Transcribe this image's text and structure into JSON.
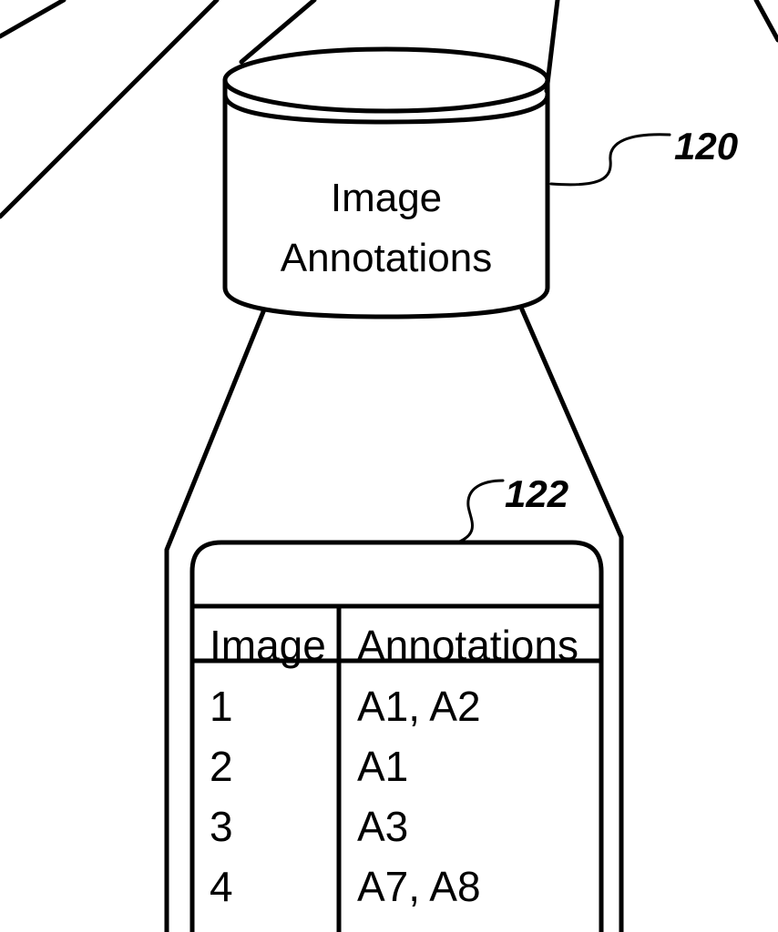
{
  "database": {
    "label_line1": "Image",
    "label_line2": "Annotations",
    "ref": "120"
  },
  "table": {
    "ref": "122",
    "headers": [
      "Image",
      "Annotations"
    ],
    "rows": [
      {
        "image": "1",
        "annotations": "A1, A2"
      },
      {
        "image": "2",
        "annotations": "A1"
      },
      {
        "image": "3",
        "annotations": "A3"
      },
      {
        "image": "4",
        "annotations": "A7, A8"
      }
    ]
  }
}
